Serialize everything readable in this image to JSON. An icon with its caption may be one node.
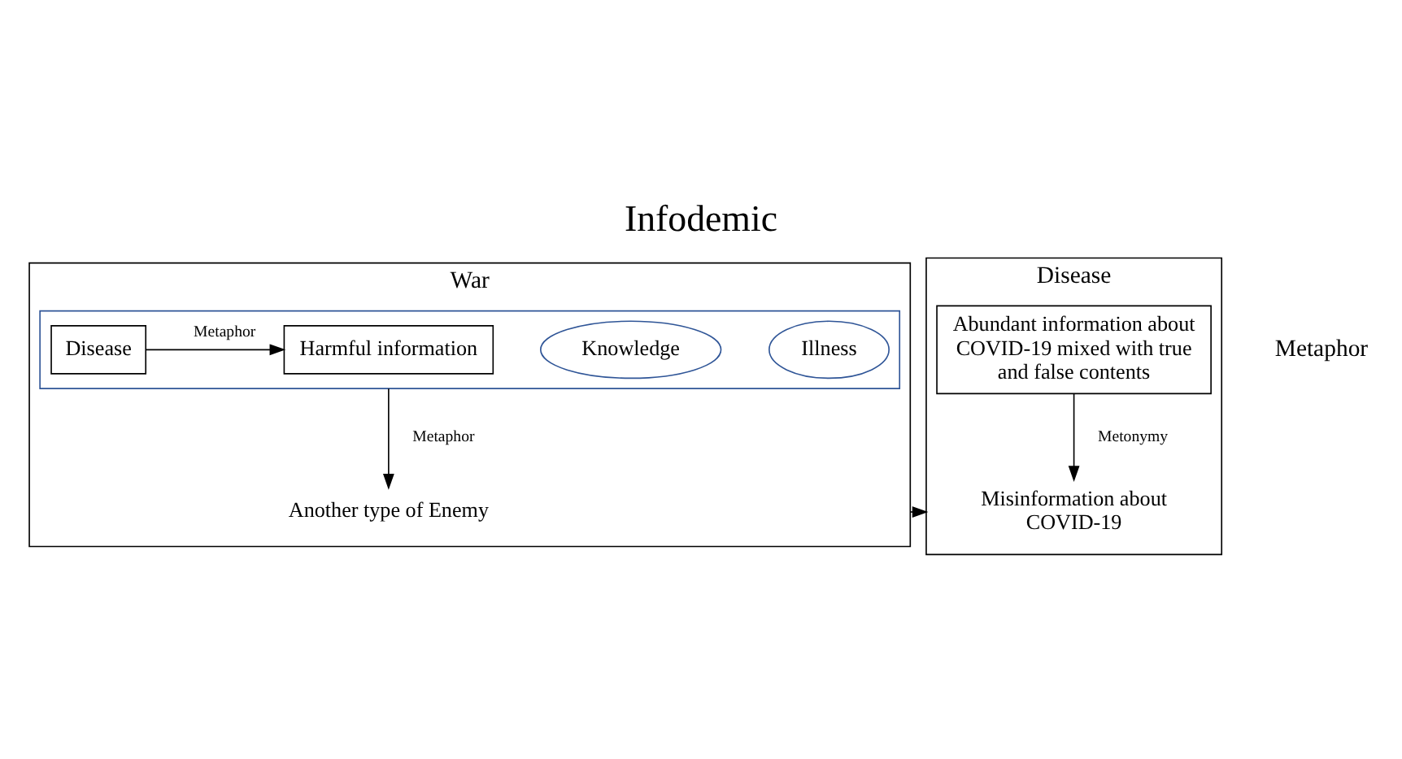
{
  "diagram": {
    "title": "Infodemic",
    "nodes": [
      {
        "text": [
          "War"
        ]
      },
      {
        "text": [],
        "shape": "box",
        "in": 0
      },
      {
        "text": [
          "Illness"
        ],
        "in": 1
      },
      {
        "text": [
          "Knowledge"
        ],
        "in": 1
      },
      {
        "text": [
          "Disease"
        ],
        "in": 1
      },
      {
        "text": [
          "Harmful information"
        ],
        "in": 1
      },
      {
        "text": [
          "Another type of Enemy"
        ],
        "in": 0
      },
      {
        "text": [
          "Disease"
        ]
      },
      {
        "text": [
          "Abundant information about COVID-19 mixed with true and false contents"
        ],
        "in": 7
      },
      {
        "text": [
          "Misinformation about COVID-19"
        ],
        "in": 7
      }
    ],
    "edges": [
      {
        "from": 4,
        "to": 5,
        "arrow": "to",
        "label": "Metaphor"
      },
      {
        "from": 1,
        "to": 6,
        "arrow": "to",
        "label": "Metaphor"
      },
      {
        "from": 0,
        "to": 7,
        "arrow": "to"
      },
      {
        "from": 8,
        "to": 9,
        "arrow": "to",
        "label": "Metonymy"
      }
    ],
    "labels": [
      "Metaphor"
    ]
  }
}
